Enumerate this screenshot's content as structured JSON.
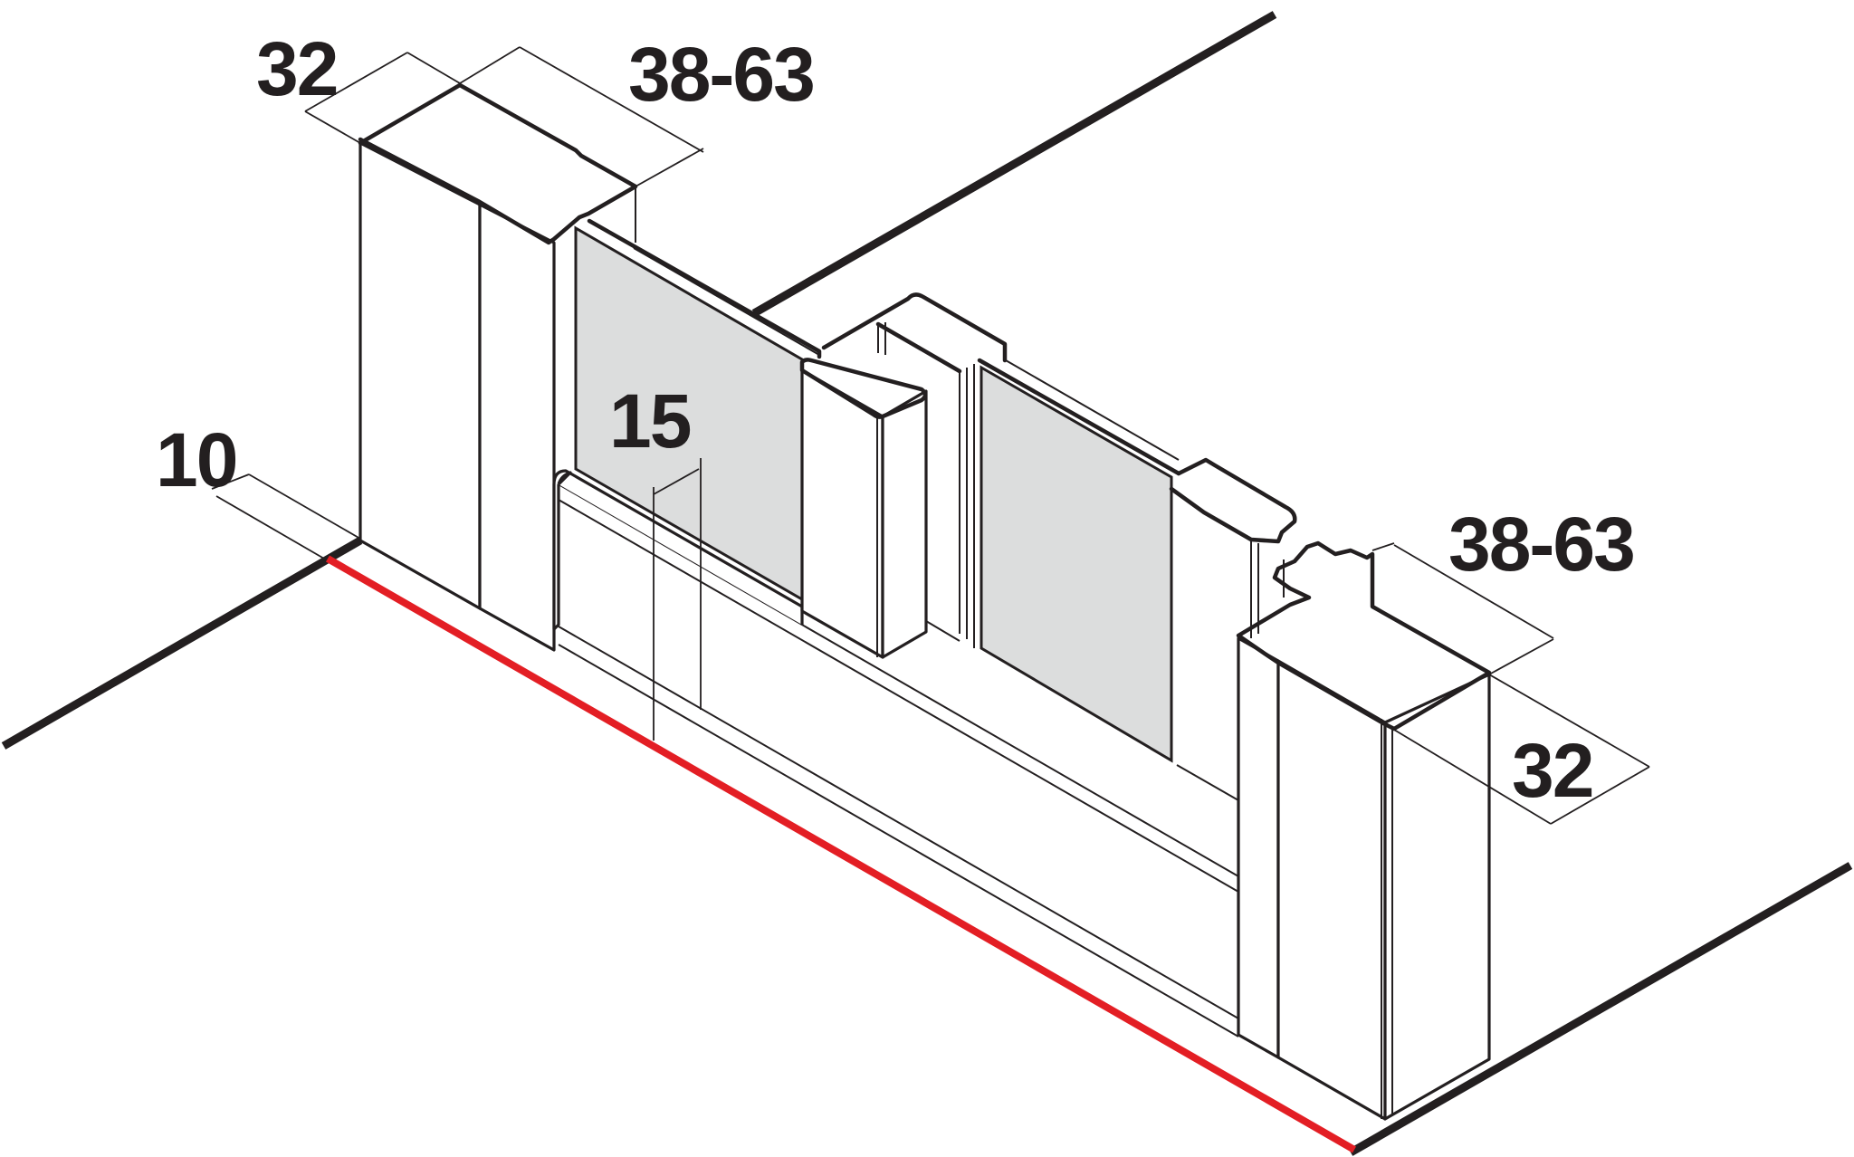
{
  "dimensions": {
    "top_left_width": "32",
    "top_left_adjust": "38-63",
    "wall_offset": "10",
    "glass_offset": "15",
    "right_adjust": "38-63",
    "right_width": "32"
  },
  "colors": {
    "line": "#231f20",
    "floor_line": "#e31e24",
    "glass": "#dcdddd"
  }
}
